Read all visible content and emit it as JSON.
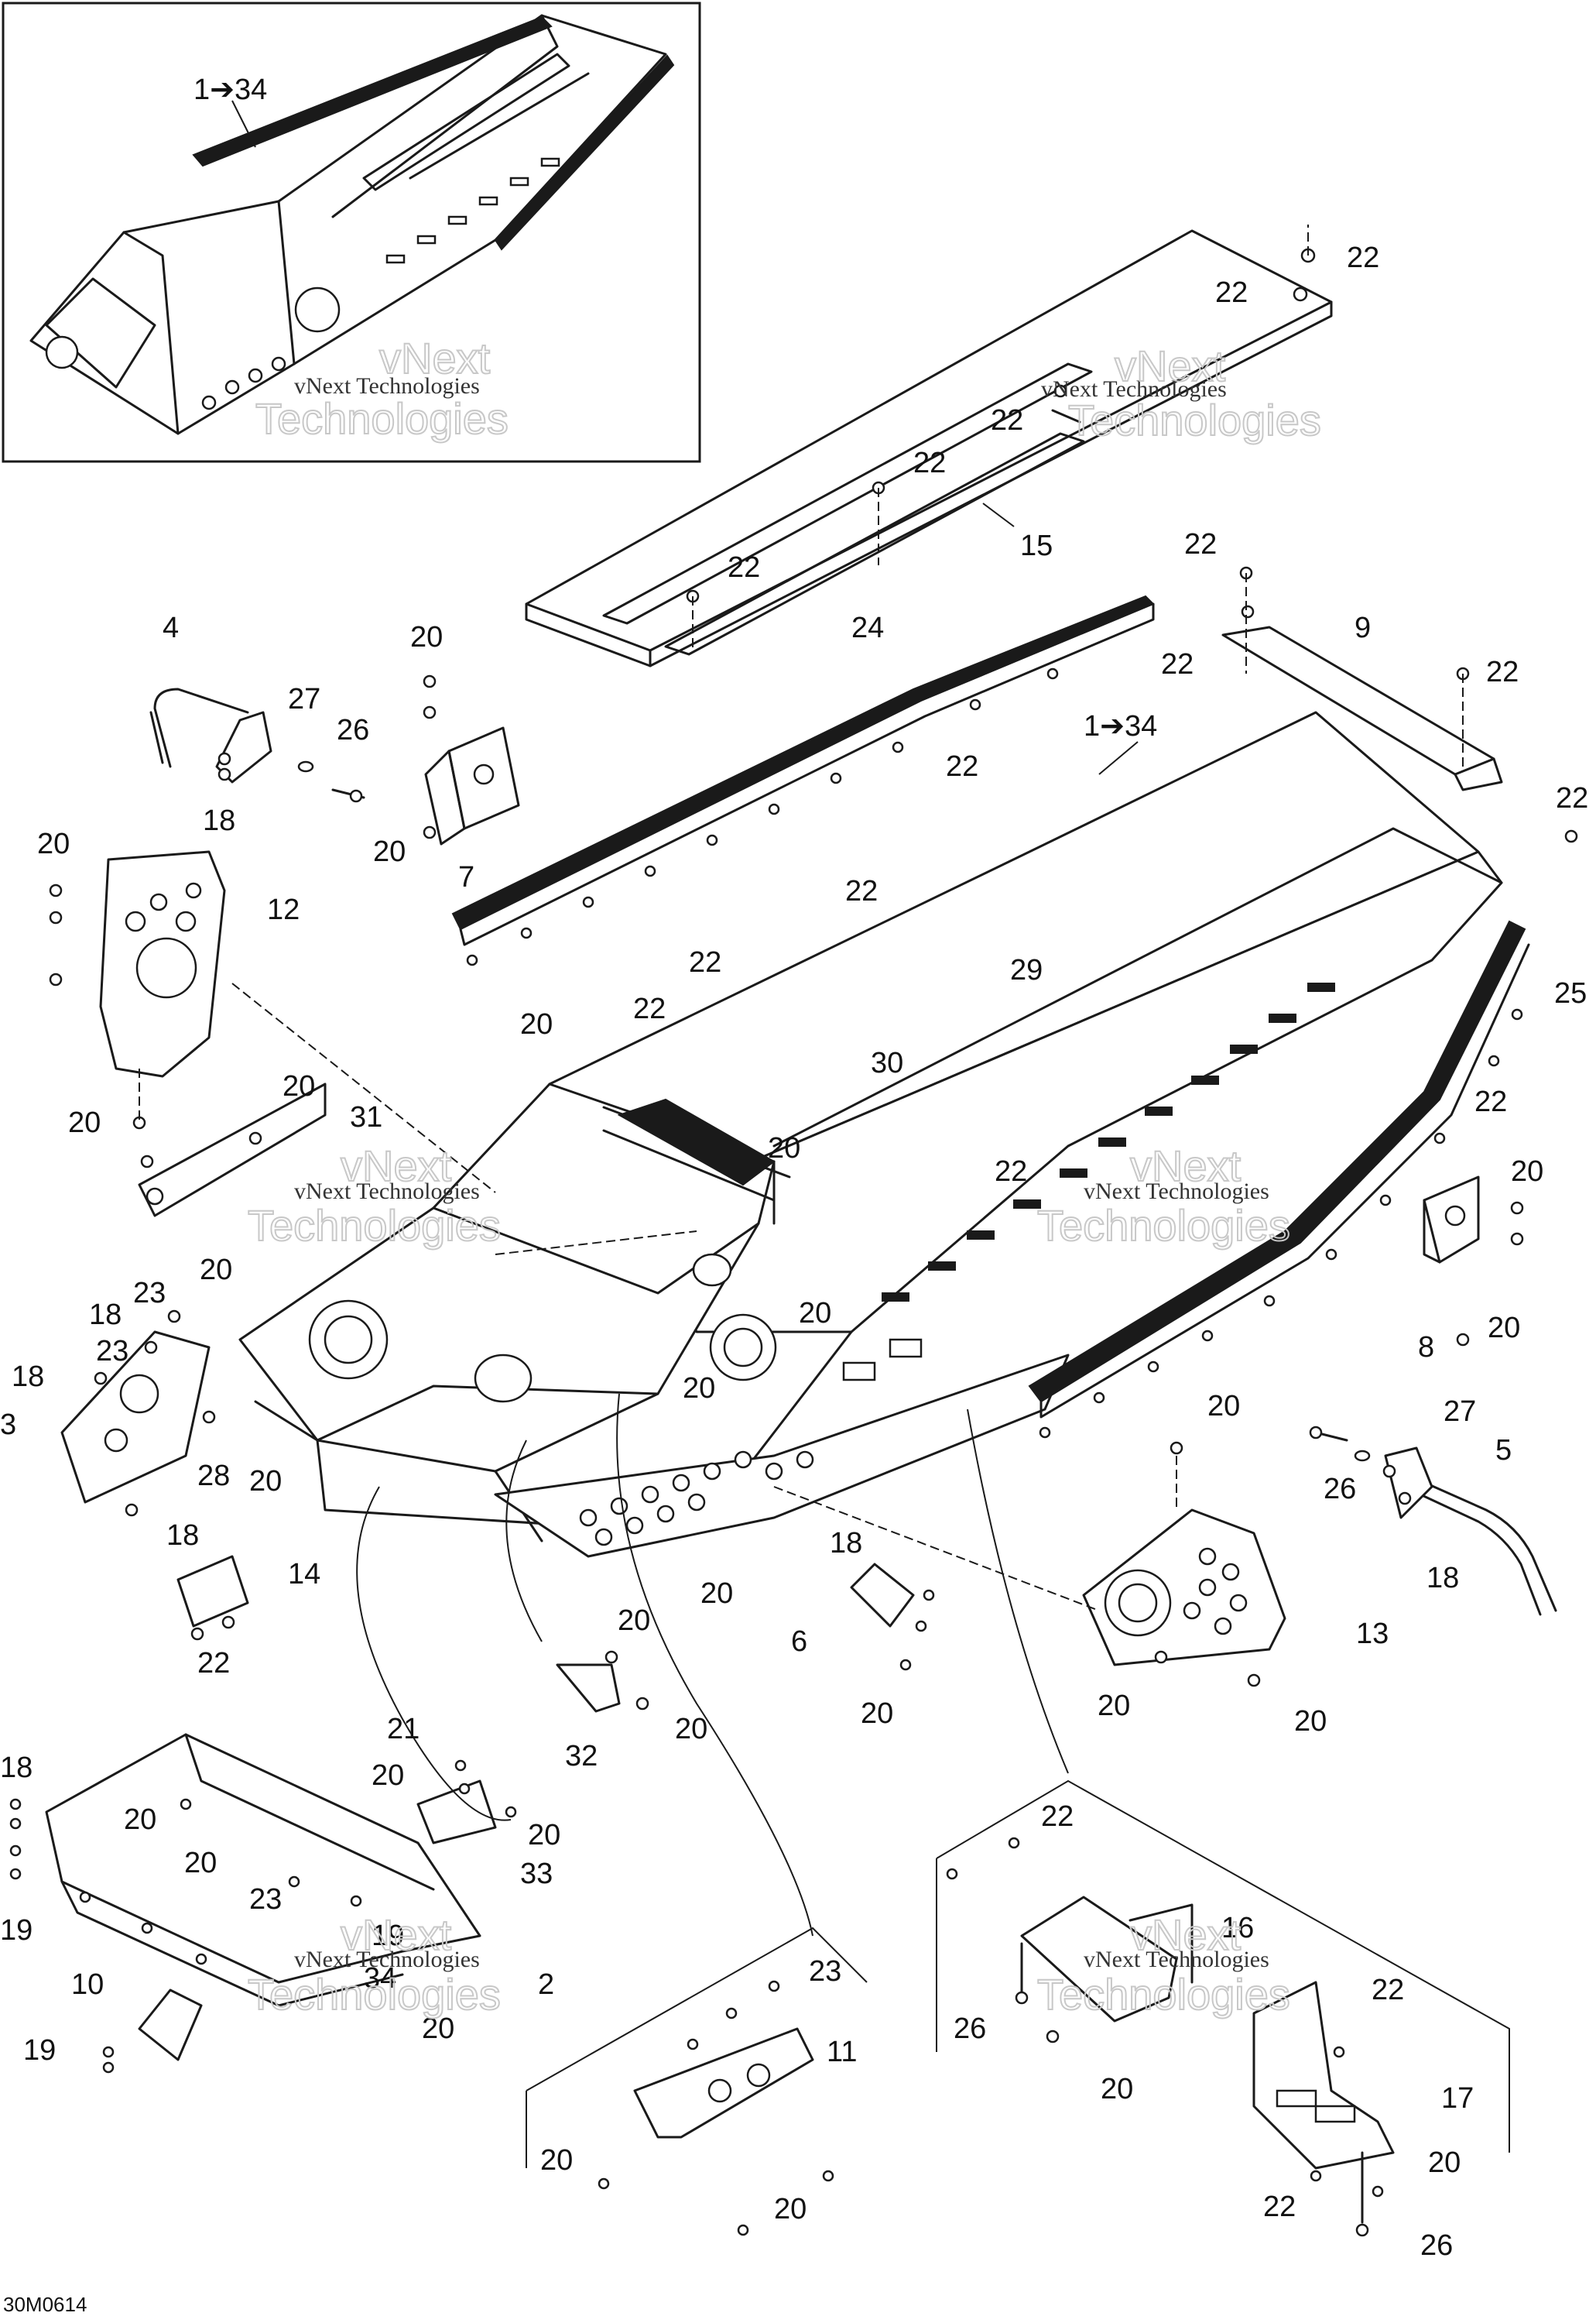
{
  "diagram": {
    "figure_code": "30M0614",
    "watermark": {
      "line1": "vNext",
      "line2": "Technologies",
      "combined": "vNext Technologies"
    },
    "callouts": {
      "c_1_34_inset": "1➔34",
      "c_1_34_main": "1➔34",
      "c2": "2",
      "c3": "3",
      "c4": "4",
      "c5": "5",
      "c6": "6",
      "c7": "7",
      "c8": "8",
      "c9": "9",
      "c10": "10",
      "c11": "11",
      "c12": "12",
      "c13": "13",
      "c14": "14",
      "c15": "15",
      "c16": "16",
      "c17": "17",
      "c18": "18",
      "c19": "19",
      "c20": "20",
      "c21": "21",
      "c22": "22",
      "c23": "23",
      "c24": "24",
      "c25": "25",
      "c26": "26",
      "c27": "27",
      "c28": "28",
      "c29": "29",
      "c30": "30",
      "c31": "31",
      "c32": "32",
      "c33": "33",
      "c34": "34"
    }
  }
}
